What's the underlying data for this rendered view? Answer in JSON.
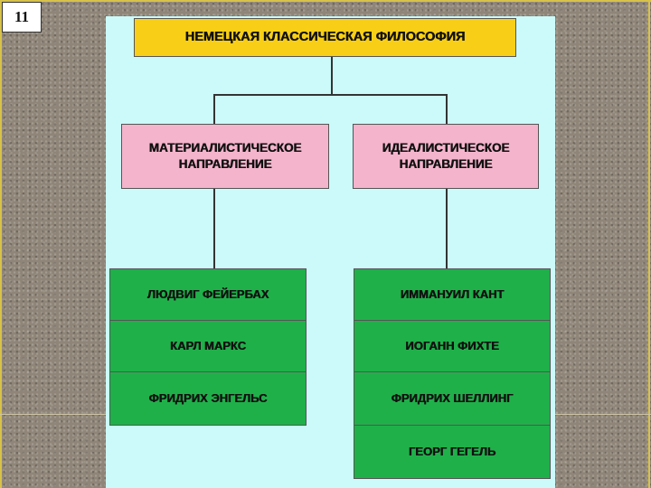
{
  "slide_number": "11",
  "title": "НЕМЕЦКАЯ КЛАССИЧЕСКАЯ ФИЛОСОФИЯ",
  "branches": [
    {
      "label": "МАТЕРИАЛИСТИЧЕСКОЕ\nНАПРАВЛЕНИЕ",
      "philosophers": [
        "ЛЮДВИГ ФЕЙЕРБАХ",
        "КАРЛ МАРКС",
        "ФРИДРИХ ЭНГЕЛЬС"
      ]
    },
    {
      "label": "ИДЕАЛИСТИЧЕСКОЕ\nНАПРАВЛЕНИЕ",
      "philosophers": [
        "ИММАНУИЛ КАНТ",
        "ИОГАНН ФИХТЕ",
        "ФРИДРИХ ШЕЛЛИНГ",
        "ГЕОРГ ГЕГЕЛЬ"
      ]
    }
  ],
  "colors": {
    "title_fill": "#f8cf16",
    "direction_fill": "#f4b4cc",
    "philosopher_fill": "#20b04a",
    "diagram_background": "#ccfafa"
  }
}
